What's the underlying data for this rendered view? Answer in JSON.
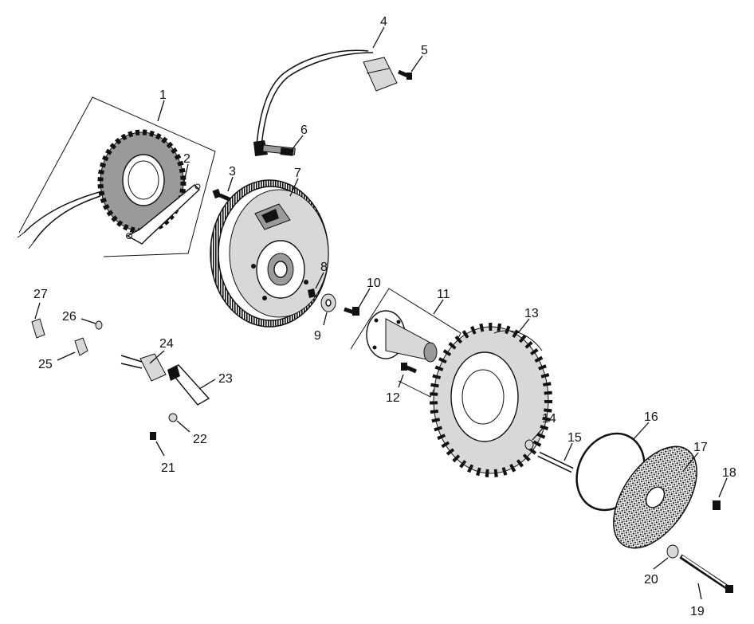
{
  "labels": [
    "1",
    "2",
    "3",
    "4",
    "5",
    "6",
    "7",
    "8",
    "9",
    "10",
    "11",
    "12",
    "13",
    "14",
    "15",
    "16",
    "17",
    "18",
    "19",
    "20",
    "21",
    "22",
    "23",
    "24",
    "25",
    "26",
    "27"
  ]
}
